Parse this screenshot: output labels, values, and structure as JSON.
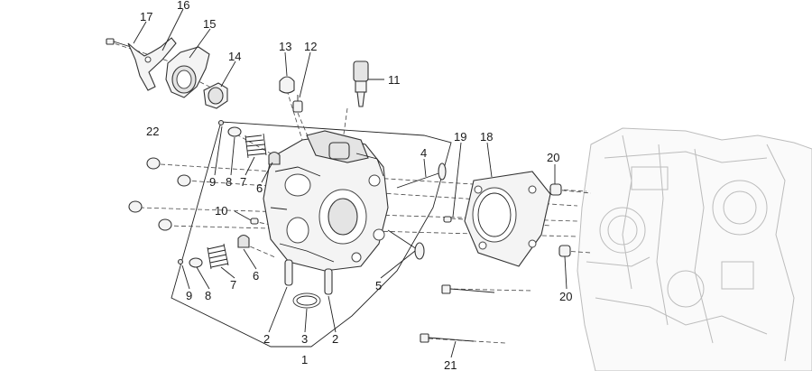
{
  "labels": {
    "n1": "1",
    "n2a": "2",
    "n2b": "2",
    "n3": "3",
    "n4": "4",
    "n5": "5",
    "n6a": "6",
    "n6b": "6",
    "n7a": "7",
    "n7b": "7",
    "n8a": "8",
    "n8b": "8",
    "n9a": "9",
    "n9b": "9",
    "n10": "10",
    "n11": "11",
    "n12": "12",
    "n13": "13",
    "n14": "14",
    "n15": "15",
    "n16": "16",
    "n17": "17",
    "n18": "18",
    "n19": "19",
    "n20a": "20",
    "n20b": "20",
    "n21": "21",
    "n22": "22"
  }
}
